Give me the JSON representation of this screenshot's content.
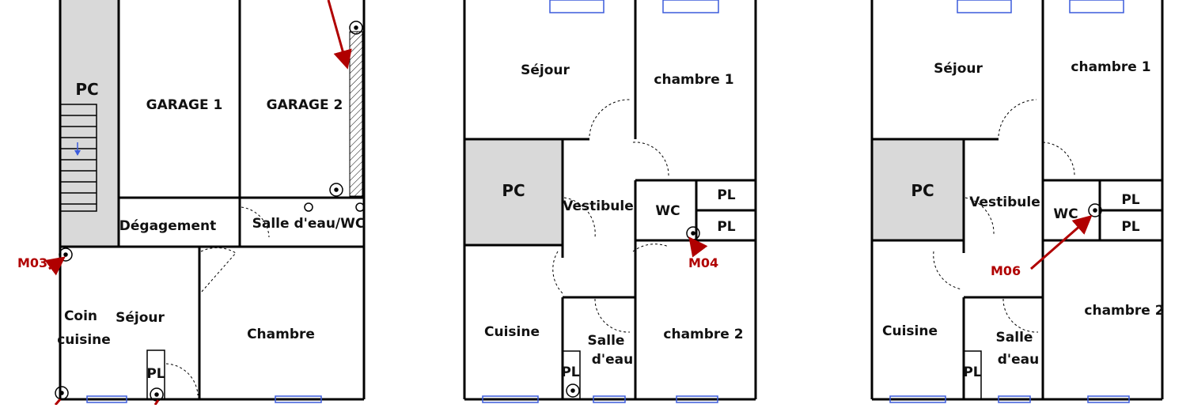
{
  "plans": [
    {
      "rooms": {
        "pc": "PC",
        "garage1": "GARAGE 1",
        "garage2": "GARAGE 2",
        "degagement": "Dégagement",
        "salle_eau_wc": "Salle d'eau/WC",
        "coin": "Coin",
        "cuisine": "cuisine",
        "sejour": "Séjour",
        "pl": "PL",
        "chambre": "Chambre"
      },
      "marker": "M03"
    },
    {
      "rooms": {
        "sejour": "Séjour",
        "chambre1": "chambre 1",
        "pc": "PC",
        "vestibule": "Vestibule",
        "wc": "WC",
        "pl1": "PL",
        "pl2": "PL",
        "cuisine": "Cuisine",
        "salle": "Salle",
        "deau": "d'eau",
        "pl3": "PL",
        "chambre2": "chambre 2"
      },
      "marker": "M04"
    },
    {
      "rooms": {
        "sejour": "Séjour",
        "chambre1": "chambre 1",
        "pc": "PC",
        "vestibule": "Vestibule",
        "wc": "WC",
        "pl1": "PL",
        "pl2": "PL",
        "cuisine": "Cuisine",
        "salle": "Salle",
        "deau": "d'eau",
        "pl3": "PL",
        "chambre2": "chambre 2"
      },
      "marker": "M06"
    }
  ],
  "colors": {
    "marker": "#b00000",
    "window": "#3b5bdb",
    "shaded": "#d9d9d9"
  }
}
